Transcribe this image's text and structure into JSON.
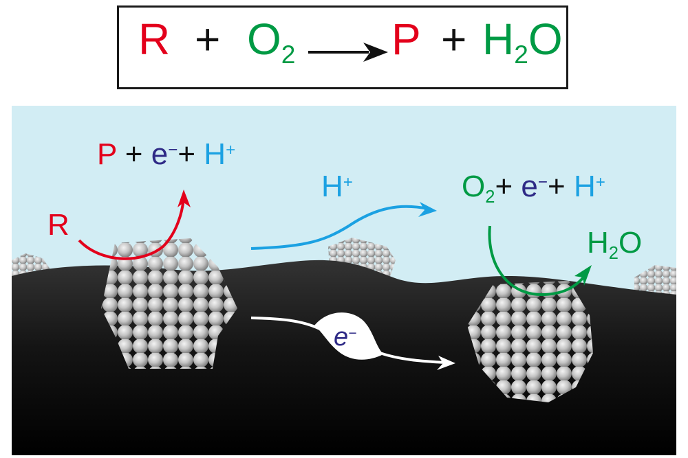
{
  "colors": {
    "reactant_red": "#e3001b",
    "oxygen_green": "#009a44",
    "proton_blue": "#1ba1e2",
    "electron_navy": "#2e2a86",
    "operator_black": "#111111",
    "solution_bg": "#d2edf4",
    "support_dark": "#151515",
    "particle_gray": "#bdbdbd"
  },
  "overall_equation": {
    "reactant": "R",
    "plus1": "+",
    "oxidant": "O",
    "oxidant_sub": "2",
    "arrow": "arrow-right",
    "product": "P",
    "plus2": "+",
    "water_h": "H",
    "water_sub": "2",
    "water_o": "O"
  },
  "anode": {
    "reactant_label": "R",
    "products": {
      "p": "P",
      "plus1": "+",
      "e": "e",
      "e_charge": "−",
      "plus2": "+",
      "h": "H",
      "h_charge": "+"
    }
  },
  "proton_transfer": {
    "h": "H",
    "h_charge": "+"
  },
  "cathode": {
    "reactants": {
      "o": "O",
      "o_sub": "2",
      "plus1": "+",
      "e": "e",
      "e_charge": "−",
      "plus2": "+",
      "h": "H",
      "h_charge": "+"
    },
    "product": {
      "h": "H",
      "sub": "2",
      "o": "O"
    }
  },
  "electron_transfer": {
    "e": "e",
    "e_charge": "−"
  }
}
